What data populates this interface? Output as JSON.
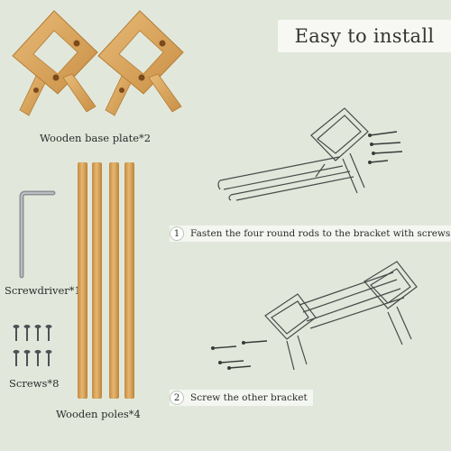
{
  "banner": {
    "title": "Easy to install"
  },
  "parts": {
    "base_plate_label": "Wooden base plate*2",
    "screwdriver_label": "Screwdriver*1",
    "screws_label": "Screws*8",
    "poles_label": "Wooden poles*4"
  },
  "steps": [
    {
      "number": "1",
      "text": "Fasten the four round rods to the bracket with screws"
    },
    {
      "number": "2",
      "text": "Screw the other bracket"
    }
  ],
  "colors": {
    "background": "#e1e8db",
    "wood": "#d9a55c",
    "banner": "#f7f7f3"
  }
}
